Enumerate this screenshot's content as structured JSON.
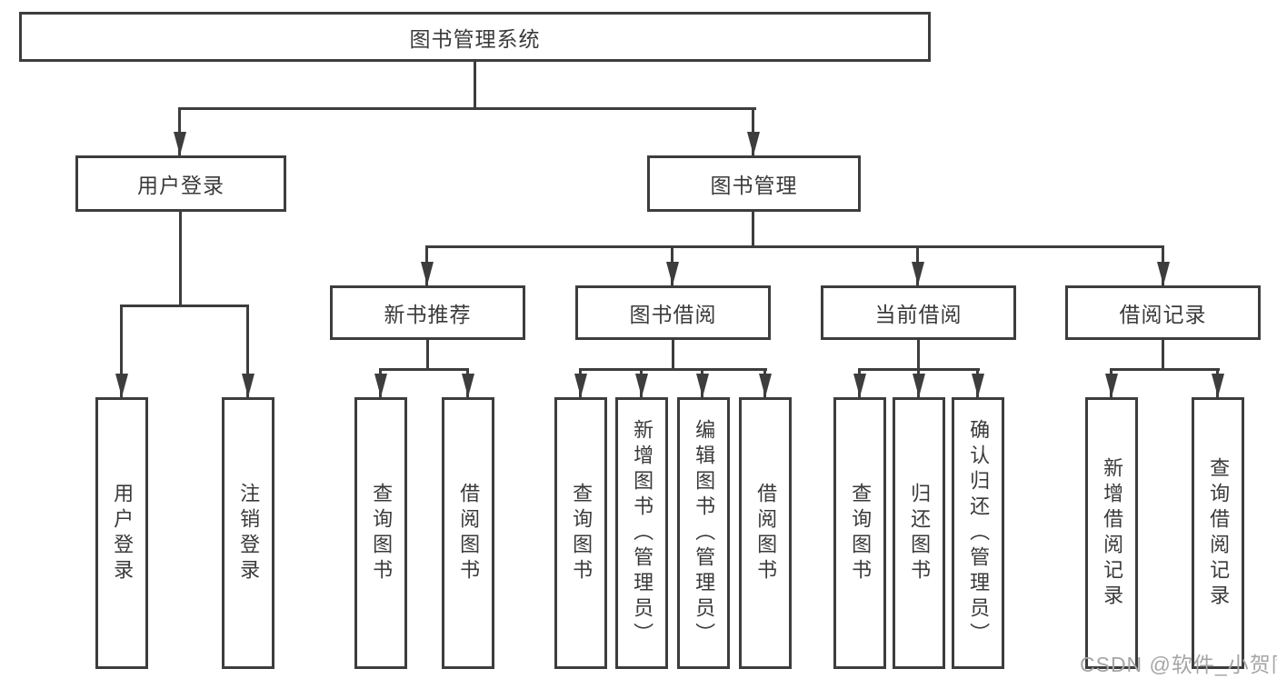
{
  "diagram": {
    "title": "图书管理系统",
    "children": [
      {
        "label": "用户登录",
        "children": [
          {
            "label": "用户登录"
          },
          {
            "label": "注销登录"
          }
        ]
      },
      {
        "label": "图书管理",
        "children": [
          {
            "label": "新书推荐",
            "children": [
              {
                "label": "查询图书"
              },
              {
                "label": "借阅图书"
              }
            ]
          },
          {
            "label": "图书借阅",
            "children": [
              {
                "label": "查询图书"
              },
              {
                "label": "新增图书（管理员）"
              },
              {
                "label": "编辑图书（管理员）"
              },
              {
                "label": "借阅图书"
              }
            ]
          },
          {
            "label": "当前借阅",
            "children": [
              {
                "label": "查询图书"
              },
              {
                "label": "归还图书"
              },
              {
                "label": "确认归还（管理员）"
              }
            ]
          },
          {
            "label": "借阅记录",
            "children": [
              {
                "label": "新增借阅记录"
              },
              {
                "label": "查询借阅记录"
              }
            ]
          }
        ]
      }
    ]
  },
  "watermark": {
    "text": "CSDN @软件_小贺同学"
  },
  "colors": {
    "line": "#3d3d3d",
    "text": "#3a3a3a",
    "background": "#ffffff",
    "watermark": "#a6a6a6"
  }
}
